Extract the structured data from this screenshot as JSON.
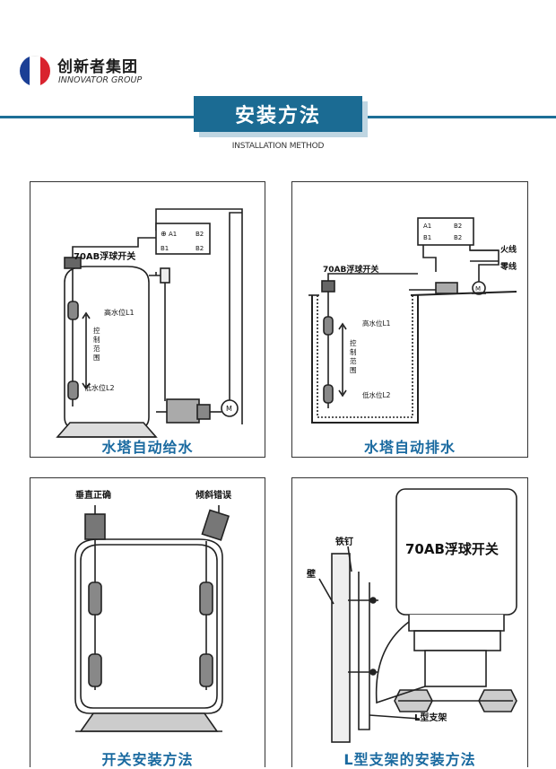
{
  "header": {
    "brand_cn": "创新者集团",
    "brand_en": "INNOVATOR GROUP",
    "logo_colors": [
      "#1b3f95",
      "#ffffff",
      "#d9232e"
    ]
  },
  "section": {
    "title": "安装方法",
    "subtitle": "INSTALLATION METHOD",
    "accent": "#1b6b93"
  },
  "panels": {
    "tower_supply": {
      "caption": "水塔自动给水",
      "switch_label": "70AB浮球开关",
      "high_label": "高水位L1",
      "low_label": "低水位L2",
      "range_label": "控制范围",
      "terminals": [
        "A1",
        "B2",
        "B1",
        "B2"
      ],
      "motor": "M"
    },
    "tower_drain": {
      "caption": "水塔自动排水",
      "switch_label": "70AB浮球开关",
      "high_label": "高水位L1",
      "low_label": "低水位L2",
      "range_label": "控制范围",
      "live_wire": "火线",
      "neutral_wire": "零线",
      "terminals": [
        "A1",
        "B2",
        "B1",
        "B2"
      ],
      "motor": "M"
    },
    "switch_install": {
      "caption": "开关安装方法",
      "vertical_label": "垂直正确",
      "tilted_label": "倾斜错误"
    },
    "bracket_install": {
      "caption": "L型支架的安装方法",
      "product_label": "70AB浮球开关",
      "nail_label": "铁钉",
      "wall_label": "壁",
      "bracket_label": "L型支架"
    }
  }
}
